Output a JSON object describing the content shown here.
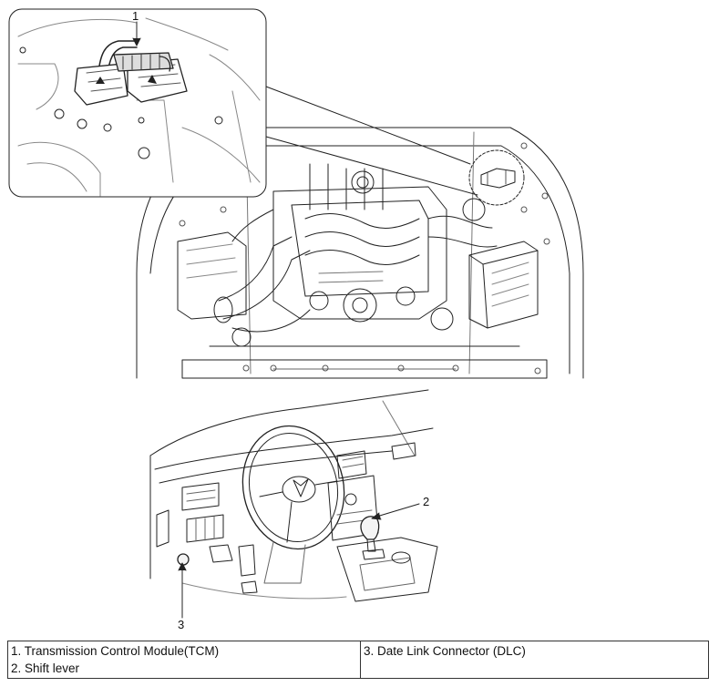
{
  "callouts": {
    "one": "1",
    "two": "2",
    "three": "3"
  },
  "legend": {
    "left": [
      "1. Transmission Control Module(TCM)",
      "2. Shift lever"
    ],
    "right": [
      "3. Date Link Connector (DLC)"
    ]
  }
}
